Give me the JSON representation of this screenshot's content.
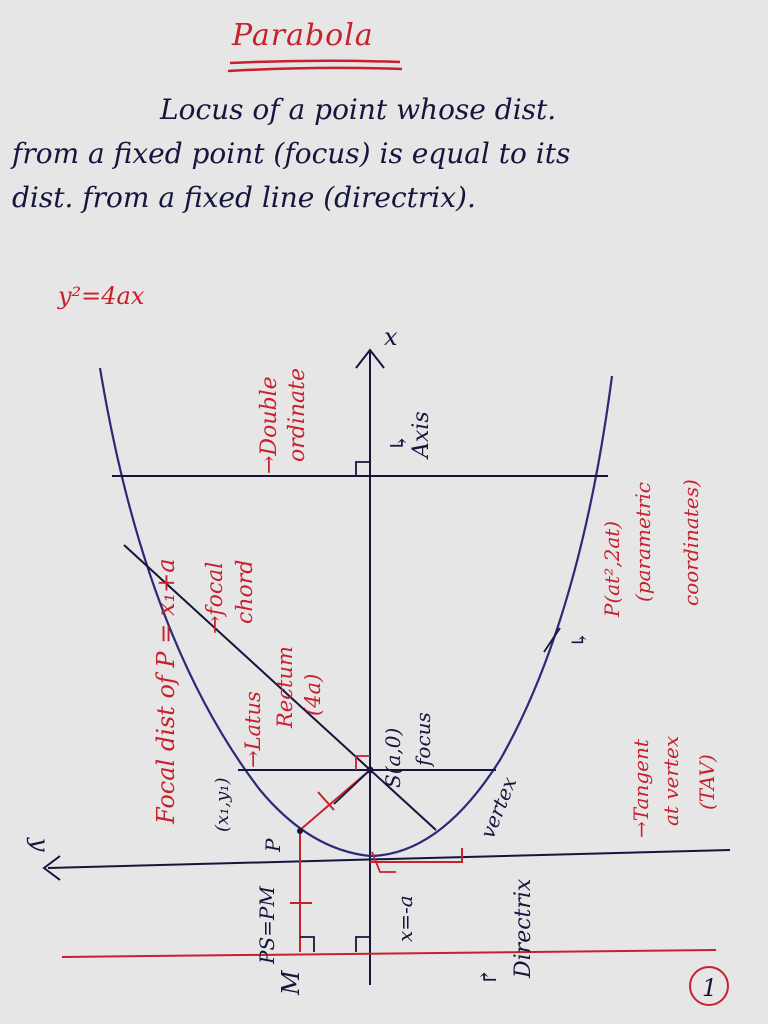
{
  "title": "Parabola",
  "definition": {
    "line1": "Locus of a point whose dist.",
    "line2": "from a fixed point (focus) is equal to its",
    "line3": "dist. from a fixed line (directrix)."
  },
  "equation": "y²=4ax",
  "labels": {
    "axis_x": "x",
    "axis_y": "y",
    "axis": "Axis",
    "axis_arrow": "↳",
    "double_ordinate_1": "→Double",
    "double_ordinate_2": "ordinate",
    "focal_chord_1": "→focal",
    "focal_chord_2": "chord",
    "latus_1": "→Latus",
    "latus_2": "Rectum",
    "latus_3": "(4a)",
    "focus_1": "S(a,0)",
    "focus_2": "focus",
    "focal_dist": "Focal dist of P = x₁+a",
    "point_xy": "(x₁,y₁)",
    "point_p": "P",
    "ps_pm": "PS=PM",
    "x_eq": "x=-a",
    "vertex": "vertex",
    "directrix": "Directrix",
    "directrix_arrow": "↱",
    "m": "M",
    "param_1": "P(at²,2at)",
    "param_2": "(parametric",
    "param_3": "coordinates)",
    "param_arrow": "↳",
    "tangent_1": "→Tangent",
    "tangent_2": "at vertex",
    "tangent_3": "(TAV)",
    "page_number": "1"
  },
  "colors": {
    "ink_blue": "#15153e",
    "ink_red": "#c8202c",
    "curve": "#2b2a78",
    "paper": "#e6e6e6"
  }
}
